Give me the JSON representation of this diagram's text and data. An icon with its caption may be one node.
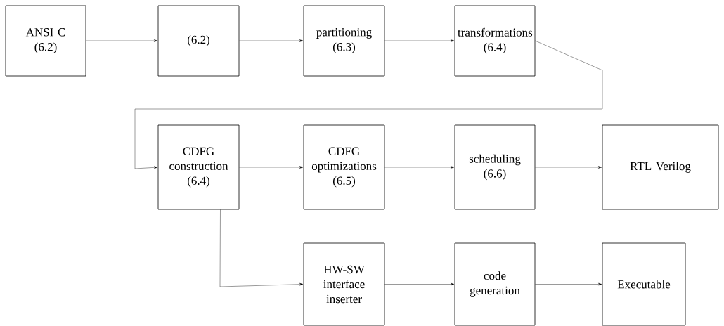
{
  "diagram": {
    "nodes": [
      {
        "text": [
          "ANSI C",
          "(6.2)"
        ]
      },
      {
        "text": [
          "(6.2)"
        ]
      },
      {
        "text": [
          "partitioning",
          "(6.3)"
        ]
      },
      {
        "text": [
          "transformations",
          "(6.4)"
        ]
      },
      {
        "text": [
          "CDFG construction",
          "(6.4)"
        ]
      },
      {
        "text": [
          "CDFG optimizations",
          "(6.5)"
        ]
      },
      {
        "text": [
          "scheduling",
          "(6.6)"
        ]
      },
      {
        "text": [
          "RTL Verilog"
        ]
      },
      {
        "text": [
          "HW-SW interface inserter"
        ]
      },
      {
        "text": [
          "code generation"
        ]
      },
      {
        "text": [
          "Executable"
        ]
      }
    ],
    "edges": [
      {
        "from": 0,
        "to": 1,
        "arrow": "to"
      },
      {
        "from": 1,
        "to": 2,
        "arrow": "to"
      },
      {
        "from": 2,
        "to": 3,
        "arrow": "to"
      },
      {
        "from": 3,
        "to": 4,
        "arrow": "to"
      },
      {
        "from": 4,
        "to": 5,
        "arrow": "to"
      },
      {
        "from": 5,
        "to": 6,
        "arrow": "to"
      },
      {
        "from": 6,
        "to": 7,
        "arrow": "to"
      },
      {
        "from": 4,
        "to": 8,
        "arrow": "to"
      },
      {
        "from": 8,
        "to": 9,
        "arrow": "to"
      },
      {
        "from": 9,
        "to": 10,
        "arrow": "to"
      }
    ]
  }
}
